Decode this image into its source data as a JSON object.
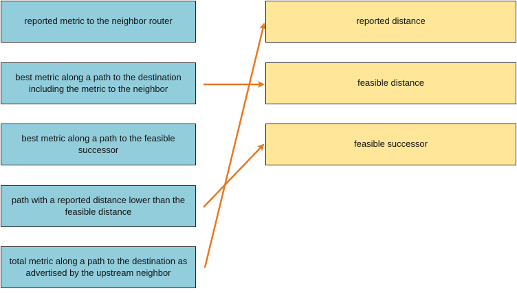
{
  "left_items": [
    "reported metric to the neighbor router",
    "best metric along a path to the destination including the metric to the neighbor",
    "best metric along a path to the feasible successor",
    "path with a reported distance lower than the feasible distance",
    "total metric along a path to the destination as advertised by the upstream neighbor"
  ],
  "right_items": [
    "reported distance",
    "feasible distance",
    "feasible successor"
  ],
  "connections": [
    {
      "from": "best metric along a path to the destination including the metric to the neighbor",
      "to": "feasible distance"
    },
    {
      "from": "path with a reported distance lower than the feasible distance",
      "to": "feasible successor"
    },
    {
      "from": "total metric along a path to the destination as advertised by the upstream neighbor",
      "to": "reported distance"
    }
  ],
  "colors": {
    "left_box": "#92cddc",
    "right_box": "#ffe699",
    "arrow": "#e87722"
  }
}
